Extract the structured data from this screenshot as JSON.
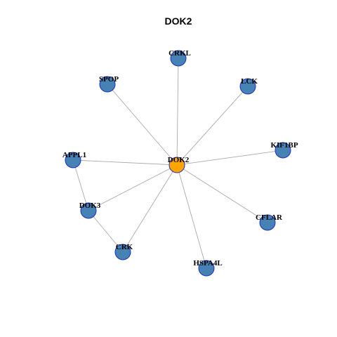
{
  "title": "DOK2",
  "colors": {
    "hub": "#FFA500",
    "node": "#4682B4",
    "node_border": "#1F2FC4",
    "edge": "#AAAAAA"
  },
  "nodes": [
    {
      "id": "DOK2",
      "label": "DOK2",
      "hub": true
    },
    {
      "id": "CRKL",
      "label": "CRKL"
    },
    {
      "id": "SPOP",
      "label": "SPOP"
    },
    {
      "id": "LCK",
      "label": "LCK"
    },
    {
      "id": "KIF1BP",
      "label": "KIF1BP"
    },
    {
      "id": "APPL1",
      "label": "APPL1"
    },
    {
      "id": "DOK3",
      "label": "DOK3"
    },
    {
      "id": "CFLAR",
      "label": "CFLAR"
    },
    {
      "id": "CRK",
      "label": "CRK"
    },
    {
      "id": "HSPA4L",
      "label": "HSPA4L"
    }
  ],
  "edges": [
    [
      "DOK2",
      "CRKL"
    ],
    [
      "DOK2",
      "SPOP"
    ],
    [
      "DOK2",
      "LCK"
    ],
    [
      "DOK2",
      "KIF1BP"
    ],
    [
      "DOK2",
      "APPL1"
    ],
    [
      "DOK2",
      "DOK3"
    ],
    [
      "DOK2",
      "CFLAR"
    ],
    [
      "DOK2",
      "CRK"
    ],
    [
      "DOK2",
      "HSPA4L"
    ],
    [
      "APPL1",
      "DOK3"
    ],
    [
      "DOK3",
      "CRK"
    ]
  ]
}
